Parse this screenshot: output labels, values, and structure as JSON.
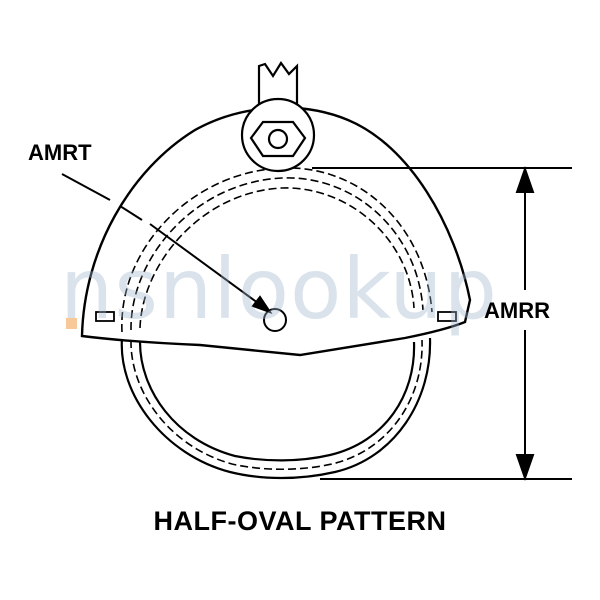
{
  "labels": {
    "retainer_thickness": "AMRT",
    "radius_reference": "AMRR"
  },
  "caption": "HALF-OVAL PATTERN",
  "watermark": "nsnlookup",
  "colors": {
    "line": "#000000",
    "background": "#ffffff",
    "watermark": "#9fb6cc",
    "watermark_accent": "#f39a45"
  }
}
